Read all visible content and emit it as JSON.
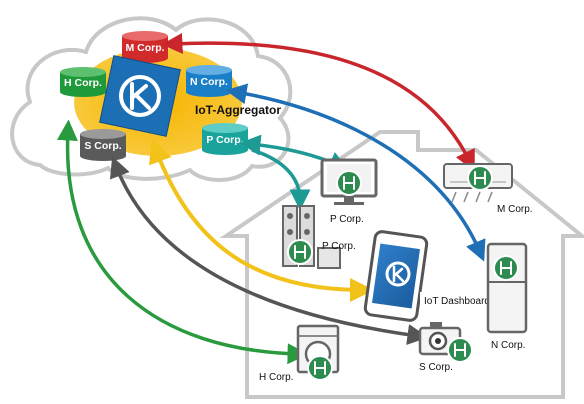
{
  "cloud": {
    "aggregator_label": "IoT-Aggregator",
    "databases": [
      {
        "id": "m",
        "label": "M Corp.",
        "color": "#d12a2a"
      },
      {
        "id": "h",
        "label": "H Corp.",
        "color": "#1f9a3a"
      },
      {
        "id": "n",
        "label": "N Corp.",
        "color": "#1a7fc6"
      },
      {
        "id": "s",
        "label": "S Corp.",
        "color": "#5a5a5a"
      },
      {
        "id": "p",
        "label": "P Corp.",
        "color": "#1aa39a"
      }
    ]
  },
  "house": {
    "devices": {
      "tv_label": "P Corp.",
      "speaker_label": "P Corp.",
      "ac_label": "M Corp.",
      "fridge_label": "N Corp.",
      "camera_label": "S Corp.",
      "washer_label": "H Corp.",
      "tablet_label": "IoT Dashboard"
    }
  },
  "colors": {
    "red": "#c8262c",
    "blue": "#1e6fb5",
    "yellow": "#f2c21b",
    "teal": "#1d9a94",
    "gray": "#555555",
    "green": "#2a9a3e",
    "badge": "#2e8b4f",
    "logo": "#1d6fb5"
  }
}
